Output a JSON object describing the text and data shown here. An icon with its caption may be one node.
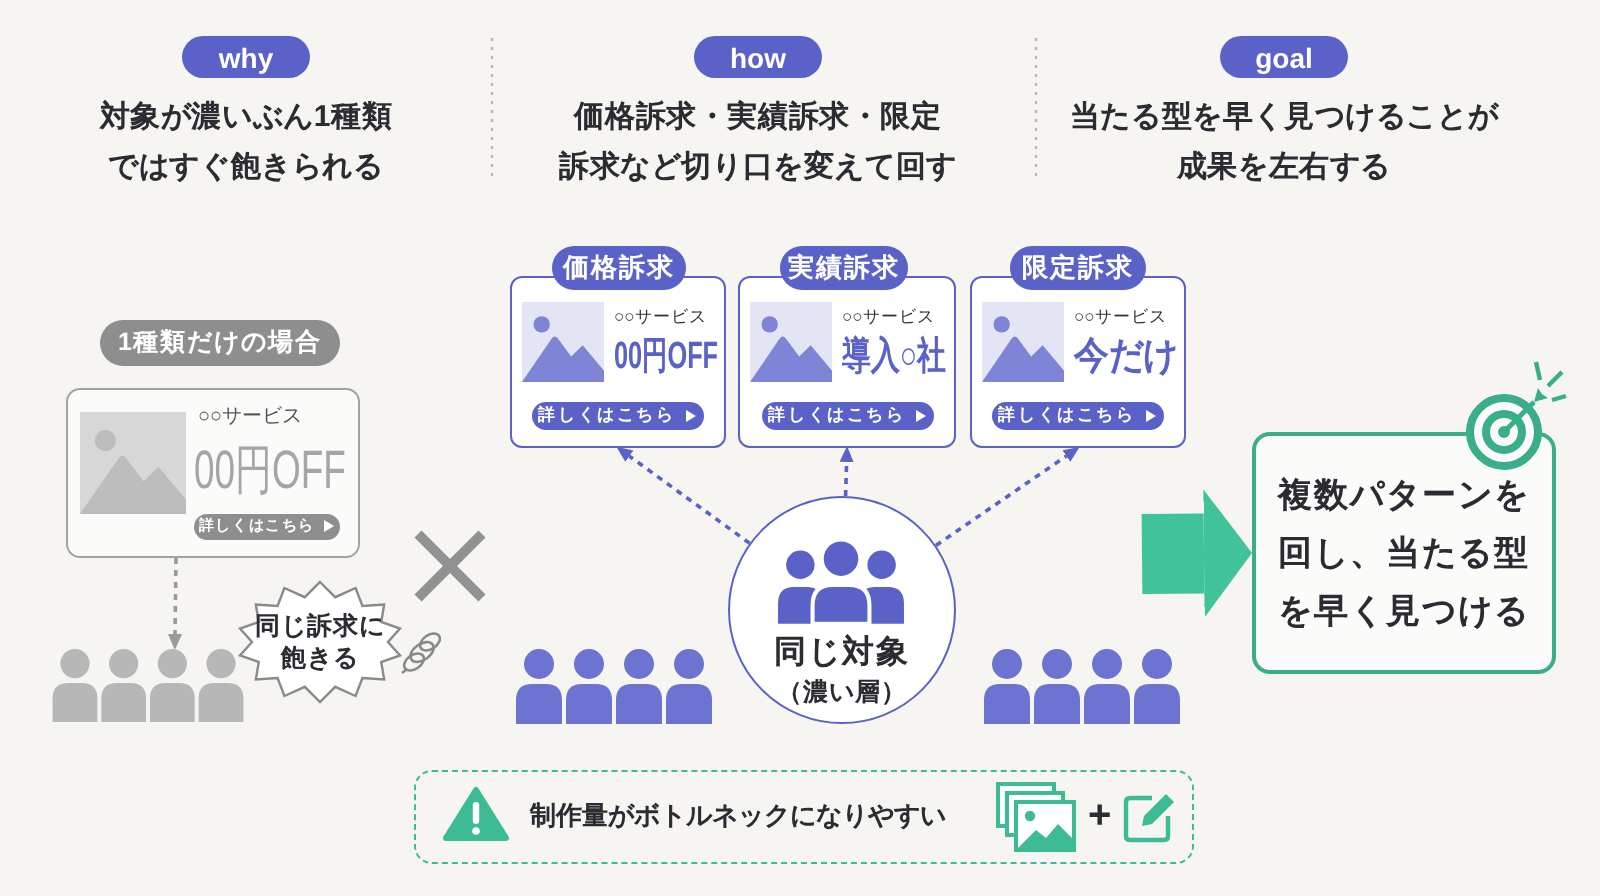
{
  "diagram": {
    "nodes": [
      {
        "text": [
          "why"
        ],
        "beside": [
          "対象が濃いぶん1種類ではすぐ飽きられる"
        ]
      },
      {
        "text": [
          "how"
        ],
        "beside": [
          "価格訴求・実績訴求・限定訴求など切り口を変えて回す"
        ]
      },
      {
        "text": [
          "goal"
        ],
        "beside": [
          "当たる型を早く見つけることが成果を左右する"
        ]
      },
      {
        "text": [
          "1種類だけの場合"
        ]
      },
      {
        "text": [
          "○○サービス",
          "00円OFF"
        ]
      },
      {
        "text": [
          "詳しくはこちら"
        ],
        "in": 4
      },
      {
        "text": [],
        "shape": "person"
      },
      {
        "text": [
          "同じ訴求に飽きる"
        ]
      },
      {
        "text": [
          "価格訴求"
        ]
      },
      {
        "text": [
          "○○サービス",
          "00円OFF"
        ]
      },
      {
        "text": [
          "詳しくはこちら"
        ],
        "in": 9
      },
      {
        "text": [
          "実績訴求"
        ]
      },
      {
        "text": [
          "○○サービス",
          "導入○社"
        ]
      },
      {
        "text": [
          "詳しくはこちら"
        ],
        "in": 12
      },
      {
        "text": [
          "限定訴求"
        ]
      },
      {
        "text": [
          "○○サービス",
          "今だけ"
        ]
      },
      {
        "text": [
          "詳しくはこちら"
        ],
        "in": 15
      },
      {
        "text": [
          "同じ対象",
          "（濃い層）"
        ]
      },
      {
        "text": [
          "複数パターンを回し、当たる型を早く見つける"
        ]
      },
      {
        "text": [
          "制作量がボトルネックになりやすい",
          "+"
        ]
      }
    ],
    "edges": [
      {
        "from": 4,
        "to": 6,
        "arrow": "to",
        "style": "dashed",
        "color": "#9a9a9a"
      },
      {
        "from": 17,
        "to": 9,
        "arrow": "to",
        "style": "dashed"
      },
      {
        "from": 17,
        "to": 12,
        "arrow": "to",
        "style": "dashed"
      },
      {
        "from": 17,
        "to": 15,
        "arrow": "to",
        "style": "dashed"
      },
      {
        "from": null,
        "to": 18,
        "arrow": "to",
        "style": "thick",
        "color": "#40c29b"
      }
    ]
  }
}
